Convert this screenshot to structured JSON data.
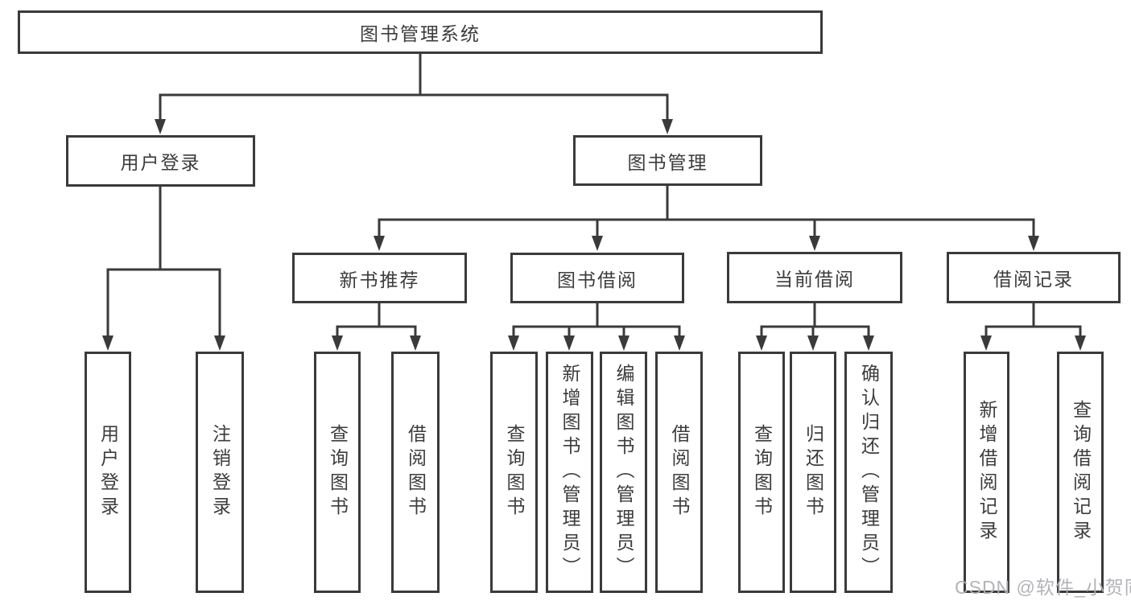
{
  "diagram_title": "图书管理系统",
  "colors": {
    "line": "#3a3a3a",
    "box_border": "#3a3a3a",
    "text": "#3c3c3c",
    "background": "#ffffff",
    "watermark": "#afafb4"
  },
  "nodes": {
    "root": "图书管理系统",
    "user_login": "用户登录",
    "book_mgmt": "图书管理",
    "new_book_rec": "新书推荐",
    "book_borrow": "图书借阅",
    "current_borrow": "当前借阅",
    "borrow_records": "借阅记录",
    "leaf_user_login": "用户登录",
    "leaf_logout": "注销登录",
    "leaf_rec_query_books": "查询图书",
    "leaf_rec_borrow_books": "借阅图书",
    "leaf_bb_query_books": "查询图书",
    "leaf_bb_add_books": "新增图书（管理员）",
    "leaf_bb_edit_books": "编辑图书（管理员）",
    "leaf_bb_borrow_books": "借阅图书",
    "leaf_cb_query_books": "查询图书",
    "leaf_cb_return_books": "归还图书",
    "leaf_cb_confirm_return": "确认归还（管理员）",
    "leaf_br_add_record": "新增借阅记录",
    "leaf_br_query_record": "查询借阅记录"
  },
  "tree": {
    "label": "图书管理系统",
    "children": [
      {
        "label": "用户登录",
        "children": [
          "用户登录",
          "注销登录"
        ]
      },
      {
        "label": "图书管理",
        "children": [
          {
            "label": "新书推荐",
            "children": [
              "查询图书",
              "借阅图书"
            ]
          },
          {
            "label": "图书借阅",
            "children": [
              "查询图书",
              "新增图书（管理员）",
              "编辑图书（管理员）",
              "借阅图书"
            ]
          },
          {
            "label": "当前借阅",
            "children": [
              "查询图书",
              "归还图书",
              "确认归还（管理员）"
            ]
          },
          {
            "label": "借阅记录",
            "children": [
              "新增借阅记录",
              "查询借阅记录"
            ]
          }
        ]
      }
    ]
  },
  "watermark": "CSDN @软件_小贺同学"
}
